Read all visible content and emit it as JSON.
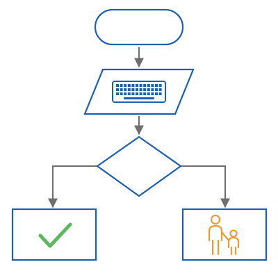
{
  "flowchart": {
    "nodes": [
      {
        "id": "start",
        "shape": "terminator",
        "label": ""
      },
      {
        "id": "input",
        "shape": "parallelogram",
        "icon": "keyboard-icon",
        "label": ""
      },
      {
        "id": "decision",
        "shape": "diamond",
        "label": ""
      },
      {
        "id": "result-yes",
        "shape": "process",
        "icon": "checkmark-icon",
        "label": ""
      },
      {
        "id": "result-no",
        "shape": "process",
        "icon": "parent-child-icon",
        "label": ""
      }
    ],
    "edges": [
      {
        "from": "start",
        "to": "input",
        "label": ""
      },
      {
        "from": "input",
        "to": "decision",
        "label": ""
      },
      {
        "from": "decision",
        "to": "result-yes",
        "label": ""
      },
      {
        "from": "decision",
        "to": "result-no",
        "label": ""
      }
    ]
  },
  "colors": {
    "shape_stroke": "#1a5fb4",
    "connector": "#6e6e6e",
    "check": "#5cb85c",
    "people": "#f29a2e",
    "background": "#ffffff"
  }
}
